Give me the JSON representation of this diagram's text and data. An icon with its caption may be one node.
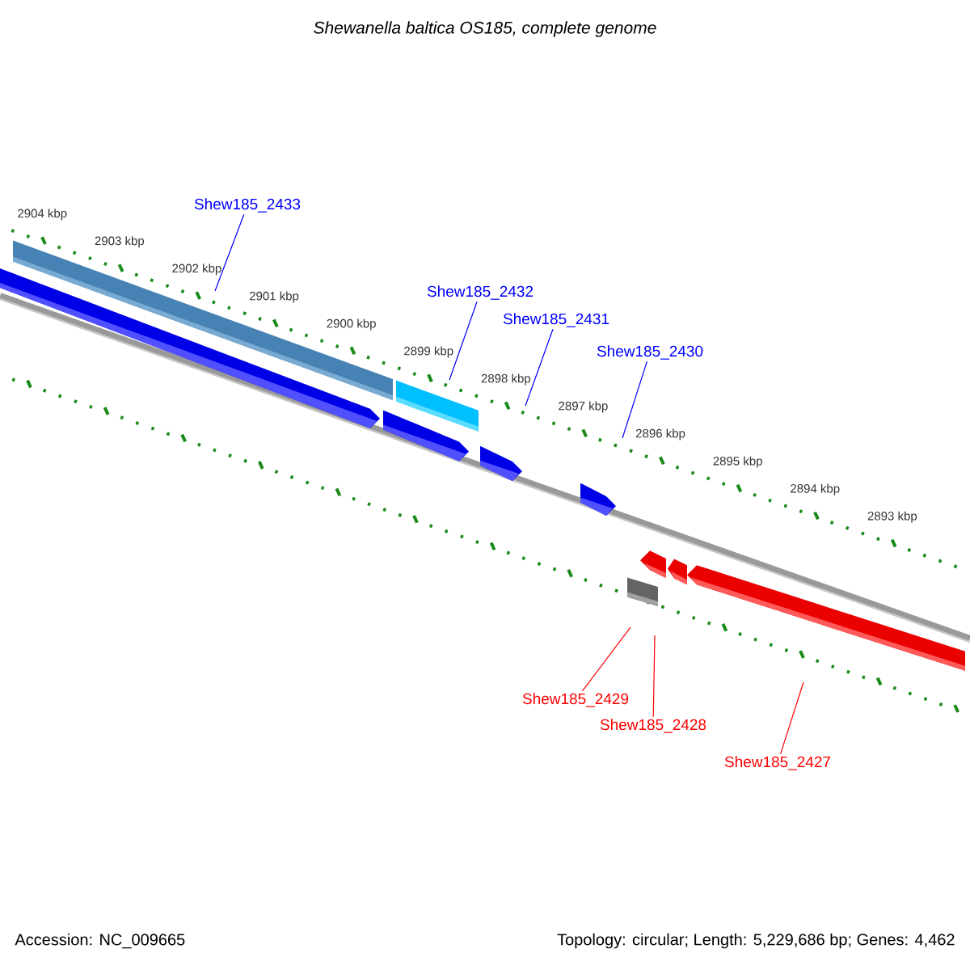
{
  "diagram": {
    "title": "Shewanella baltica OS185, complete genome",
    "nodes": [
      {
        "text": [
          "Shew185_2433"
        ]
      },
      {
        "text": [
          "Shew185_2432"
        ]
      },
      {
        "text": [
          "Shew185_2431"
        ]
      },
      {
        "text": [
          "Shew185_2430"
        ]
      },
      {
        "text": [
          "Shew185_2429"
        ]
      },
      {
        "text": [
          "Shew185_2428"
        ]
      },
      {
        "text": [
          "Shew185_2427"
        ]
      }
    ],
    "edges": [
      {
        "from": 0,
        "to": null,
        "arrow": "none"
      },
      {
        "from": 1,
        "to": null,
        "arrow": "none"
      },
      {
        "from": 2,
        "to": null,
        "arrow": "none"
      },
      {
        "from": 3,
        "to": null,
        "arrow": "none"
      },
      {
        "from": 4,
        "to": null,
        "arrow": "none",
        "color": "#ff0000"
      },
      {
        "from": 5,
        "to": null,
        "arrow": "none",
        "color": "#ff0000"
      },
      {
        "from": 6,
        "to": null,
        "arrow": "none",
        "color": "#ff0000"
      }
    ],
    "labels": [
      "2904 kbp",
      "2903 kbp",
      "2902 kbp",
      "2901 kbp",
      "2900 kbp",
      "2899 kbp",
      "2898 kbp",
      "2897 kbp",
      "2896 kbp",
      "2895 kbp",
      "2894 kbp",
      "2893 kbp",
      "Accession: NC_009665",
      "Topology: circular; Length: 5,229,686 bp; Genes: 4,462"
    ]
  }
}
